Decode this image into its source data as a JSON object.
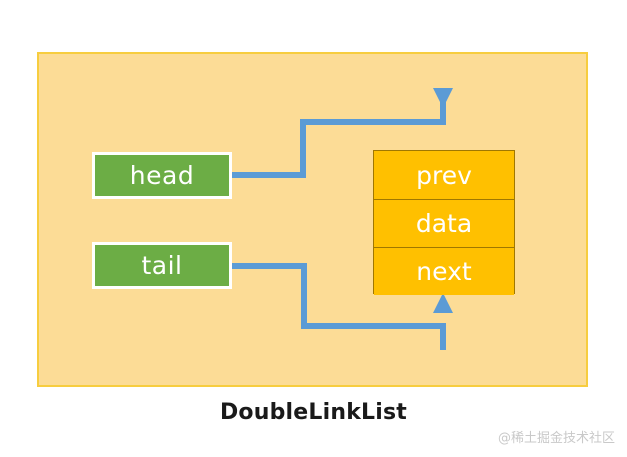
{
  "diagram": {
    "caption": "DoubleLinkList",
    "watermark": "@稀土掘金技术社区",
    "colors": {
      "panel_background": "#fcdc96",
      "panel_border": "#f7cd3f",
      "pointer_box_fill": "#6cad45",
      "pointer_box_border": "#ffffff",
      "node_fill": "#ffc000",
      "node_border": "#a07700",
      "connector": "#5b9bd5",
      "label_text": "#ffffff",
      "caption_text": "#1a1a1a",
      "watermark_text": "#c9c9c9",
      "canvas_background": "#ffffff"
    },
    "pointers": [
      {
        "id": "head",
        "label": "head"
      },
      {
        "id": "tail",
        "label": "tail"
      }
    ],
    "node": {
      "cells": [
        {
          "id": "prev",
          "label": "prev"
        },
        {
          "id": "data",
          "label": "data"
        },
        {
          "id": "next",
          "label": "next"
        }
      ]
    },
    "connectors": [
      {
        "id": "head-to-prev",
        "from": "head",
        "to": "prev",
        "enters": "top",
        "arrow": "down"
      },
      {
        "id": "tail-to-next",
        "from": "tail",
        "to": "next",
        "enters": "bottom",
        "arrow": "up"
      }
    ]
  }
}
